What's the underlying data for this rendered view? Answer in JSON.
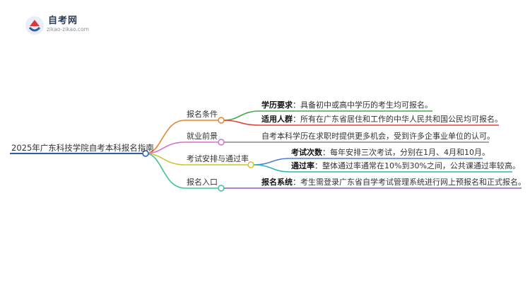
{
  "logo": {
    "title": "自考网",
    "subtitle": "zikao-zikao.com"
  },
  "root": "2025年广东科技学院自考本科报名指南",
  "branches": [
    {
      "label": "报名条件",
      "color": "#e8842c",
      "leaves": [
        {
          "key": "学历要求",
          "sep": "：",
          "text": "具备初中或高中学历的考生均可报名。",
          "color": "#4aa84c"
        },
        {
          "key": "适用人群",
          "sep": "：",
          "text": "所有在广东省居住和工作的中华人民共和国公民均可报名。",
          "color": "#e0453a"
        }
      ]
    },
    {
      "label": "就业前景",
      "color": "#d66fd0",
      "leaves": [
        {
          "key": "",
          "sep": "",
          "text": "自考本科学历在求职时提供更多机会，受到许多企事业单位的认可。",
          "color": "#666666"
        }
      ]
    },
    {
      "label": "考试安排与通过率",
      "color": "#d4c22c",
      "leaves": [
        {
          "key": "考试次数",
          "sep": "：",
          "text": "每年安排三次考试，分别在1月、4月和10月。",
          "color": "#4a7fd6"
        },
        {
          "key": "通过率",
          "sep": "：",
          "text": "整体通过率通常在10%到30%之间，公共课通过率较高。",
          "color": "#2ab8b0"
        }
      ]
    },
    {
      "label": "报名入口",
      "color": "#3cc39a",
      "leaves": [
        {
          "key": "报名系统",
          "sep": "：",
          "text": "考生需登录广东省自学考试管理系统进行网上预报名和正式报名。",
          "color": "#8b5cc6"
        }
      ]
    }
  ]
}
